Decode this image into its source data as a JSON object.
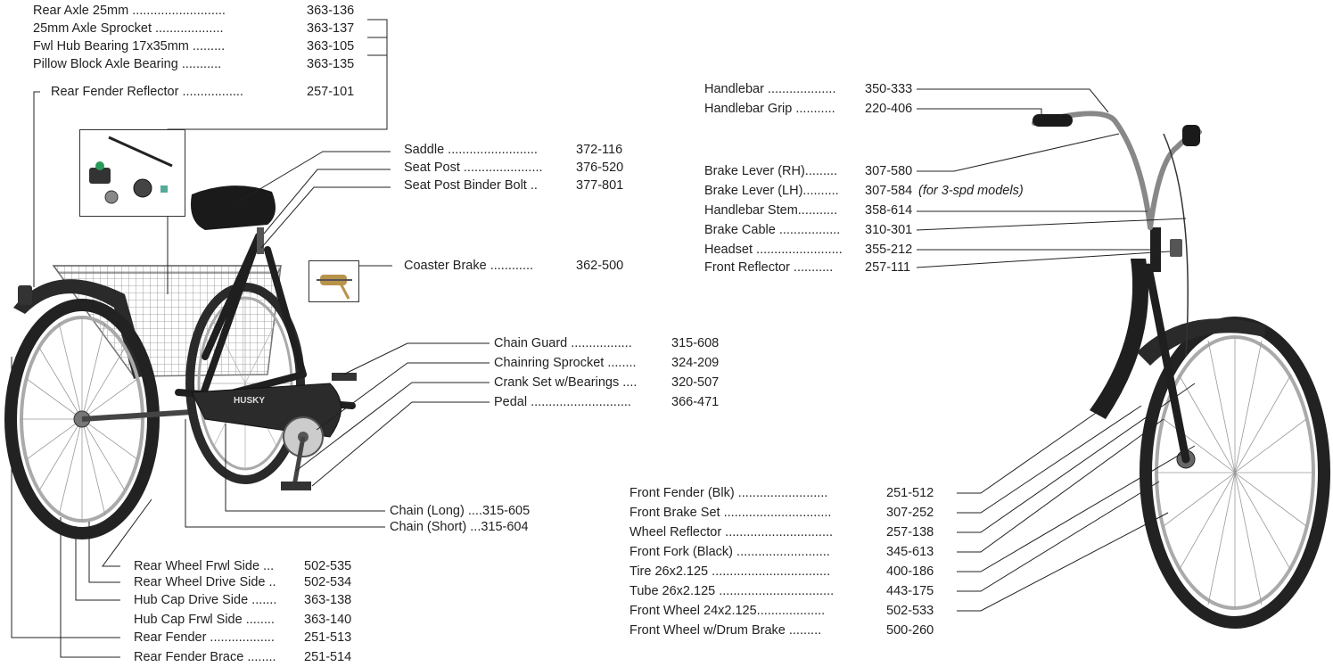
{
  "parts": {
    "rear_axle": {
      "name": "Rear Axle 25mm ..........................",
      "number": "363-136"
    },
    "axle_sprocket": {
      "name": "25mm Axle Sprocket ...................",
      "number": "363-137"
    },
    "fwl_hub_bearing": {
      "name": "Fwl Hub Bearing 17x35mm .........",
      "number": "363-105"
    },
    "pillow_block": {
      "name": "Pillow Block Axle Bearing ...........",
      "number": "363-135"
    },
    "rear_fender_reflector": {
      "name": "Rear Fender Reflector .................",
      "number": "257-101"
    },
    "saddle": {
      "name": "Saddle .........................",
      "number": "372-116"
    },
    "seat_post": {
      "name": "Seat Post ......................",
      "number": "376-520"
    },
    "seat_post_binder": {
      "name": "Seat Post Binder Bolt ..",
      "number": "377-801"
    },
    "coaster_brake": {
      "name": "Coaster Brake ............",
      "number": "362-500"
    },
    "chain_guard": {
      "name": "Chain Guard .................",
      "number": "315-608"
    },
    "chainring": {
      "name": "Chainring Sprocket ........",
      "number": "324-209"
    },
    "crank_set": {
      "name": "Crank Set w/Bearings ....",
      "number": "320-507"
    },
    "pedal": {
      "name": "Pedal ............................",
      "number": "366-471"
    },
    "chain_long": {
      "text": "Chain (Long) ....315-605"
    },
    "chain_short": {
      "text": "Chain (Short) ...315-604"
    },
    "rear_wheel_frwl": {
      "name": "Rear Wheel Frwl Side ...",
      "number": "502-535"
    },
    "rear_wheel_drive": {
      "name": "Rear Wheel Drive Side ..",
      "number": "502-534"
    },
    "hub_cap_drive": {
      "name": "Hub Cap Drive Side .......",
      "number": "363-138"
    },
    "hub_cap_frwl": {
      "name": "Hub Cap Frwl Side ........",
      "number": "363-140"
    },
    "rear_fender": {
      "name": "Rear Fender ..................",
      "number": "251-513"
    },
    "rear_fender_brace": {
      "name": "Rear Fender Brace ........",
      "number": "251-514"
    },
    "handlebar": {
      "name": "Handlebar ...................",
      "number": "350-333"
    },
    "handlebar_grip": {
      "name": "Handlebar Grip ...........",
      "number": "220-406"
    },
    "brake_lever_rh": {
      "name": "Brake Lever (RH).........",
      "number": "307-580"
    },
    "brake_lever_lh": {
      "name": "Brake Lever (LH)..........",
      "number": "307-584",
      "note": "(for 3-spd models)"
    },
    "handlebar_stem": {
      "name": "Handlebar Stem...........",
      "number": "358-614"
    },
    "brake_cable": {
      "name": "Brake Cable .................",
      "number": "310-301"
    },
    "headset": {
      "name": "Headset ........................",
      "number": "355-212"
    },
    "front_reflector": {
      "name": "Front Reflector ...........",
      "number": "257-111"
    },
    "front_fender": {
      "name": "Front Fender (Blk) .........................",
      "number": "251-512"
    },
    "front_brake_set": {
      "name": "Front Brake Set ..............................",
      "number": "307-252"
    },
    "wheel_reflector": {
      "name": "Wheel Reflector ..............................",
      "number": "257-138"
    },
    "front_fork": {
      "name": "Front Fork (Black) ..........................",
      "number": "345-613"
    },
    "tire": {
      "name": "Tire 26x2.125 .................................",
      "number": "400-186"
    },
    "tube": {
      "name": "Tube 26x2.125 ................................",
      "number": "443-175"
    },
    "front_wheel": {
      "name": "Front Wheel 24x2.125...................",
      "number": "502-533"
    },
    "front_wheel_drum": {
      "name": "Front Wheel w/Drum Brake .........",
      "number": "500-260"
    }
  },
  "brand_decal": "HUSKY",
  "colors": {
    "frame": "#1f1f1f",
    "chrome": "#9a9a9a",
    "line": "#222222",
    "basket": "#8a8a8a"
  }
}
